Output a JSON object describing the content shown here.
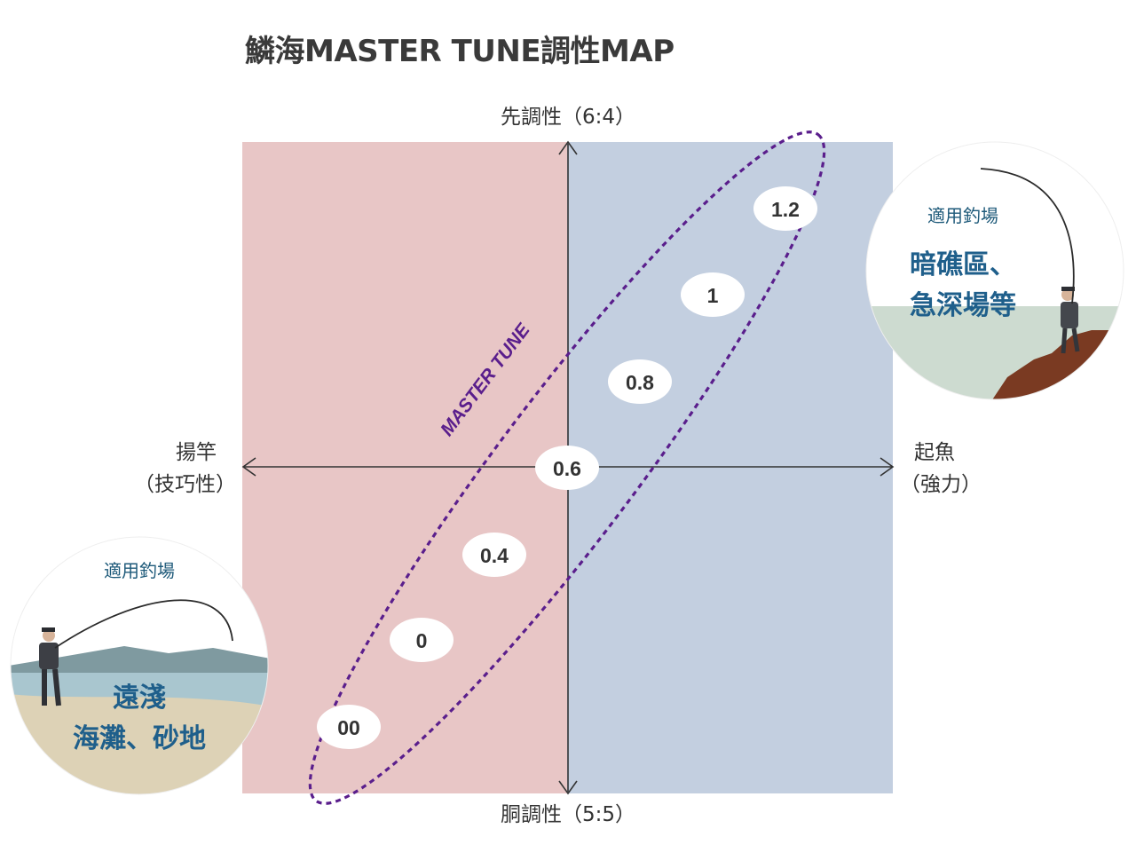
{
  "title": "鱗海MASTER TUNE調性MAP",
  "axes": {
    "top": "先調性（6:4）",
    "bottom": "胴調性（5:5）",
    "left_line1": "揚竿",
    "left_line2": "（技巧性）",
    "right_line1": "起魚",
    "right_line2": "（強力）"
  },
  "quadrant_colors": {
    "left": "#e8c6c6",
    "right": "#c3cfe0"
  },
  "ellipse": {
    "label": "MASTER TUNE",
    "color": "#5a1e8c"
  },
  "models": [
    {
      "label": "00"
    },
    {
      "label": "0"
    },
    {
      "label": "0.4"
    },
    {
      "label": "0.6"
    },
    {
      "label": "0.8"
    },
    {
      "label": "1"
    },
    {
      "label": "1.2"
    }
  ],
  "scenes": {
    "right": {
      "heading": "適用釣場",
      "line1": "暗礁區、",
      "line2": "急深場等"
    },
    "left": {
      "heading": "適用釣場",
      "line1": "遠淺",
      "line2": "海灘、砂地"
    }
  }
}
